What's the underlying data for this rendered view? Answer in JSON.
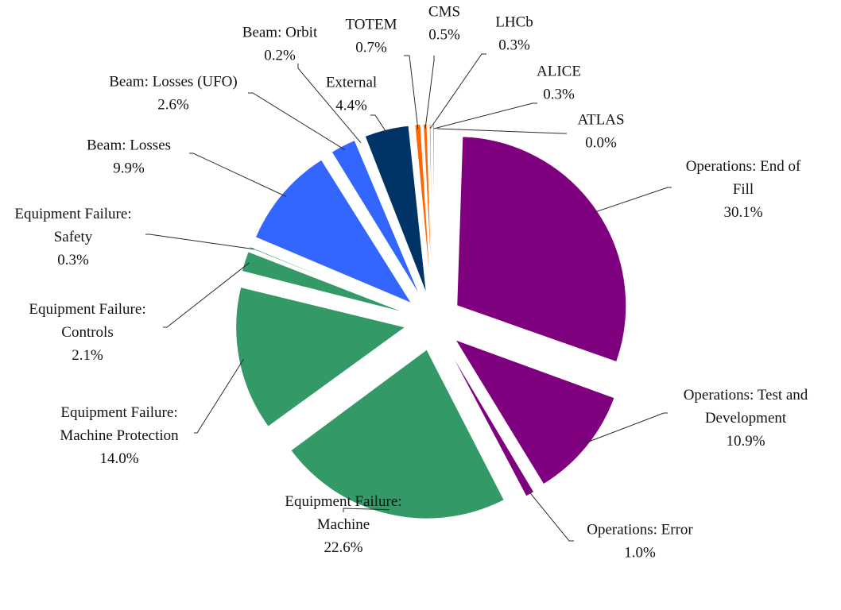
{
  "chart_data": {
    "type": "pie",
    "title": "",
    "slices": [
      {
        "label": [
          "Operations: End of",
          "Fill"
        ],
        "percent_label": "30.1%",
        "value": 30.1,
        "color": "#7f007f"
      },
      {
        "label": [
          "Operations: Test and",
          "Development"
        ],
        "percent_label": "10.9%",
        "value": 10.9,
        "color": "#7f007f"
      },
      {
        "label": [
          "Operations: Error"
        ],
        "percent_label": "1.0%",
        "value": 1.0,
        "color": "#7f007f"
      },
      {
        "label": [
          "Equipment Failure:",
          "Machine"
        ],
        "percent_label": "22.6%",
        "value": 22.6,
        "color": "#339966"
      },
      {
        "label": [
          "Equipment Failure:",
          "Machine Protection"
        ],
        "percent_label": "14.0%",
        "value": 14.0,
        "color": "#339966"
      },
      {
        "label": [
          "Equipment Failure:",
          "Controls"
        ],
        "percent_label": "2.1%",
        "value": 2.1,
        "color": "#339966"
      },
      {
        "label": [
          "Equipment Failure:",
          "Safety"
        ],
        "percent_label": "0.3%",
        "value": 0.3,
        "color": "#339966"
      },
      {
        "label": [
          "Beam: Losses"
        ],
        "percent_label": "9.9%",
        "value": 9.9,
        "color": "#3366ff"
      },
      {
        "label": [
          "Beam: Losses (UFO)"
        ],
        "percent_label": "2.6%",
        "value": 2.6,
        "color": "#3366ff"
      },
      {
        "label": [
          "Beam: Orbit"
        ],
        "percent_label": "0.2%",
        "value": 0.2,
        "color": "#3366ff"
      },
      {
        "label": [
          "External"
        ],
        "percent_label": "4.4%",
        "value": 4.4,
        "color": "#003366"
      },
      {
        "label": [
          "TOTEM"
        ],
        "percent_label": "0.7%",
        "value": 0.7,
        "color": "#ff6600"
      },
      {
        "label": [
          "CMS"
        ],
        "percent_label": "0.5%",
        "value": 0.5,
        "color": "#ff6600"
      },
      {
        "label": [
          "LHCb"
        ],
        "percent_label": "0.3%",
        "value": 0.3,
        "color": "#ff6600"
      },
      {
        "label": [
          "ALICE"
        ],
        "percent_label": "0.3%",
        "value": 0.3,
        "color": "#ff6600"
      },
      {
        "label": [
          "ATLAS"
        ],
        "percent_label": "0.0%",
        "value": 0.0,
        "color": "#ff6600"
      }
    ],
    "legend": "none"
  }
}
